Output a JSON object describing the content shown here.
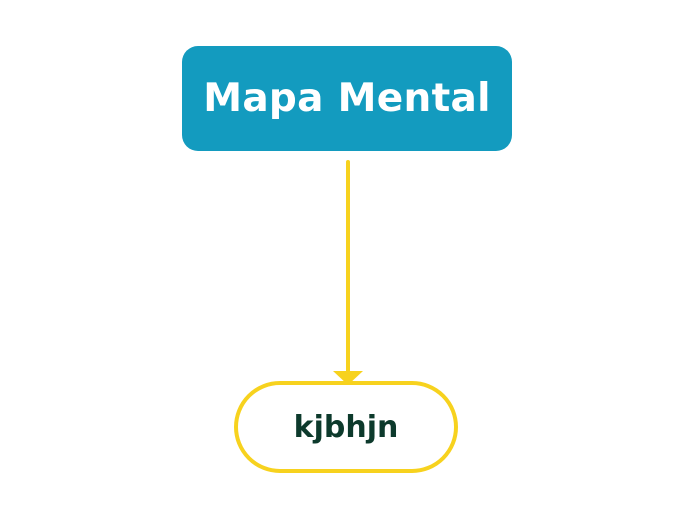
{
  "mindmap": {
    "root": {
      "label": "Mapa Mental",
      "fill_color": "#139bbf",
      "text_color": "#ffffff"
    },
    "children": [
      {
        "label": "kjbhjn",
        "border_color": "#f7d21e",
        "text_color": "#0d3a2c"
      }
    ],
    "connector": {
      "color": "#f7d21e",
      "style": "arrow"
    }
  }
}
